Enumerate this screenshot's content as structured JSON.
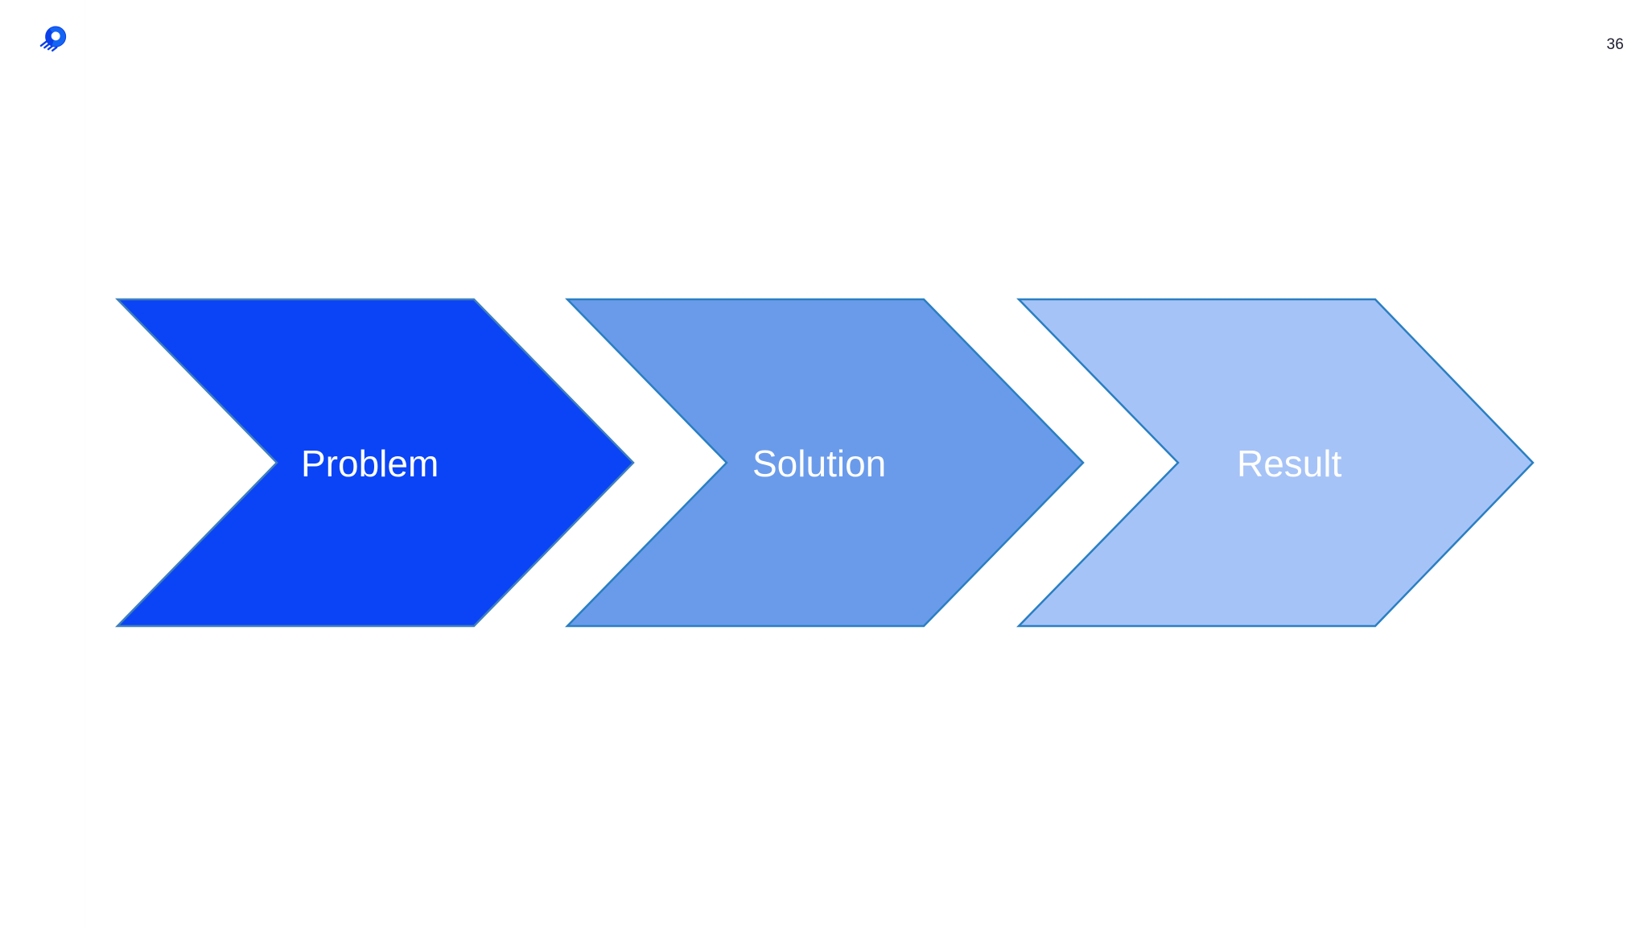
{
  "slide": {
    "background_color": "#ffffff",
    "page_number": "36"
  },
  "header": {
    "logo_icon": "rocket-logo-icon",
    "logo_color": "#0B3FE8",
    "logo_accent_color": "#1565F5"
  },
  "diagram": {
    "type": "chevron-process-flow",
    "direction": "left-to-right",
    "steps": [
      {
        "label": "Problem",
        "fill": "#0B44F6",
        "stroke": "#3E7FBE",
        "text_color": "#ffffff",
        "order": 1
      },
      {
        "label": "Solution",
        "fill": "#6A9BEB",
        "stroke": "#2A7FC2",
        "text_color": "#ffffff",
        "order": 2
      },
      {
        "label": "Result",
        "fill": "#A6C3F7",
        "stroke": "#2A7FC2",
        "text_color": "#ffffff",
        "order": 3
      }
    ]
  }
}
